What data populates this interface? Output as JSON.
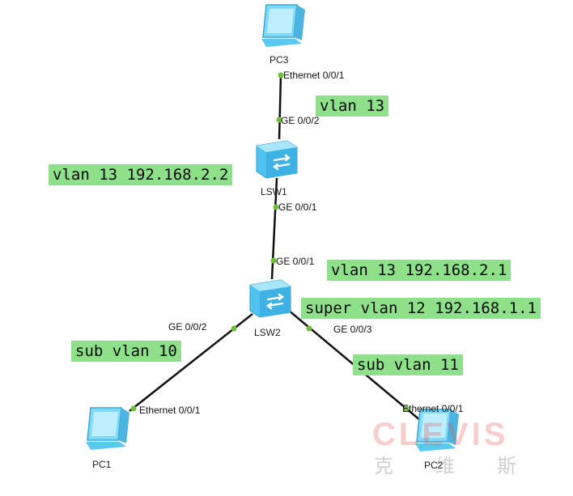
{
  "devices": {
    "pc3": {
      "name": "PC3"
    },
    "lsw1": {
      "name": "LSW1"
    },
    "lsw2": {
      "name": "LSW2"
    },
    "pc1": {
      "name": "PC1"
    },
    "pc2": {
      "name": "PC2"
    }
  },
  "ports": {
    "pc3_eth": "Ethernet 0/0/1",
    "lsw1_ge002": "GE 0/0/2",
    "lsw1_ge001": "GE 0/0/1",
    "lsw2_ge001": "GE 0/0/1",
    "lsw2_ge002": "GE 0/0/2",
    "lsw2_ge003": "GE 0/0/3",
    "pc1_eth": "Ethernet 0/0/1",
    "pc2_eth": "Ethernet 0/0/1"
  },
  "annotations": {
    "pc3_link": "vlan 13",
    "lsw1_vlanif": "vlan 13 192.168.2.2",
    "lsw2_vlanif13": "vlan 13 192.168.2.1",
    "lsw2_superif": "super vlan 12 192.168.1.1",
    "pc1_link": "sub vlan 10",
    "pc2_link": "sub vlan 11"
  },
  "watermark": {
    "brand": "CLEVIS",
    "chinese": "克维斯"
  },
  "colors": {
    "annotation_bg": "#8fe08a",
    "link": "#111111",
    "port_dot": "#6dbf3a",
    "device_blue": "#5cc8f0"
  },
  "icons": {
    "pc": "pc-monitor-icon",
    "switch": "switch-icon"
  }
}
